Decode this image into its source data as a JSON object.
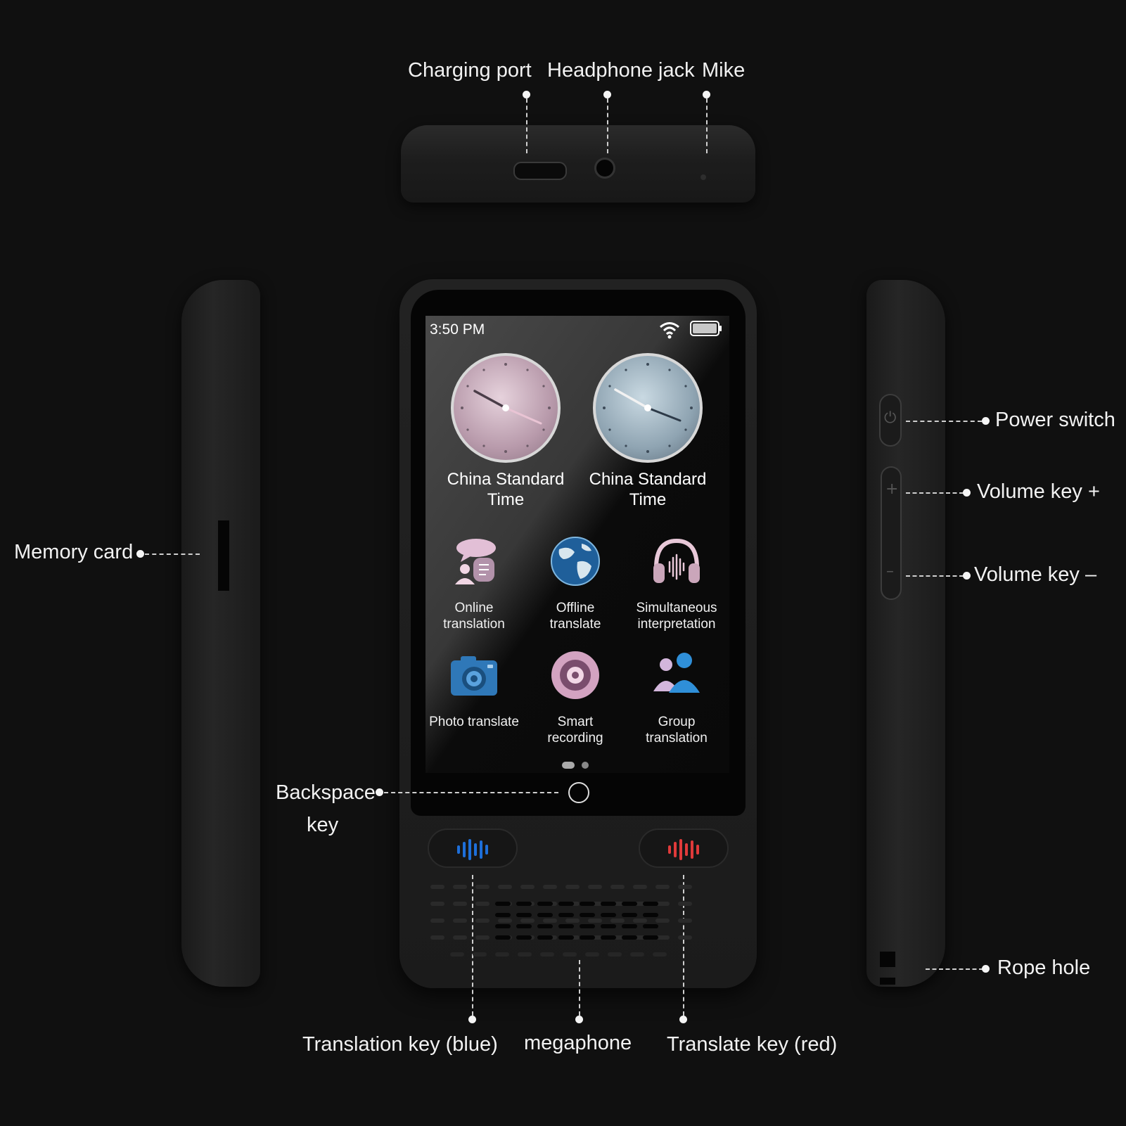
{
  "colors": {
    "background": "#101010",
    "blue_key": "#1e6fd9",
    "red_key": "#e03a3a"
  },
  "callouts": {
    "charging_port": "Charging port",
    "headphone_jack": "Headphone jack",
    "mike": "Mike",
    "memory_card": "Memory card",
    "power_switch": "Power switch",
    "volume_up": "Volume key +",
    "volume_down": "Volume key –",
    "backspace_line1": "Backspace",
    "backspace_line2": "key",
    "rope_hole": "Rope hole",
    "translation_key_blue": "Translation key (blue)",
    "megaphone": "megaphone",
    "translate_key_red": "Translate key (red)"
  },
  "screen": {
    "status_time": "3:50 PM",
    "status_icons": [
      "wifi-icon",
      "battery-icon"
    ],
    "clocks": [
      {
        "line1": "China Standard",
        "line2": "Time"
      },
      {
        "line1": "China Standard",
        "line2": "Time"
      }
    ],
    "apps": [
      {
        "line1": "Online",
        "line2": "translation",
        "icon": "chat-bubble-icon"
      },
      {
        "line1": "Offline",
        "line2": "translate",
        "icon": "globe-icon"
      },
      {
        "line1": "Simultaneous",
        "line2": "interpretation",
        "icon": "headphones-icon"
      },
      {
        "line1": "Photo translate",
        "line2": "",
        "icon": "camera-icon"
      },
      {
        "line1": "Smart",
        "line2": "recording",
        "icon": "record-icon"
      },
      {
        "line1": "Group",
        "line2": "translation",
        "icon": "group-icon"
      }
    ]
  }
}
